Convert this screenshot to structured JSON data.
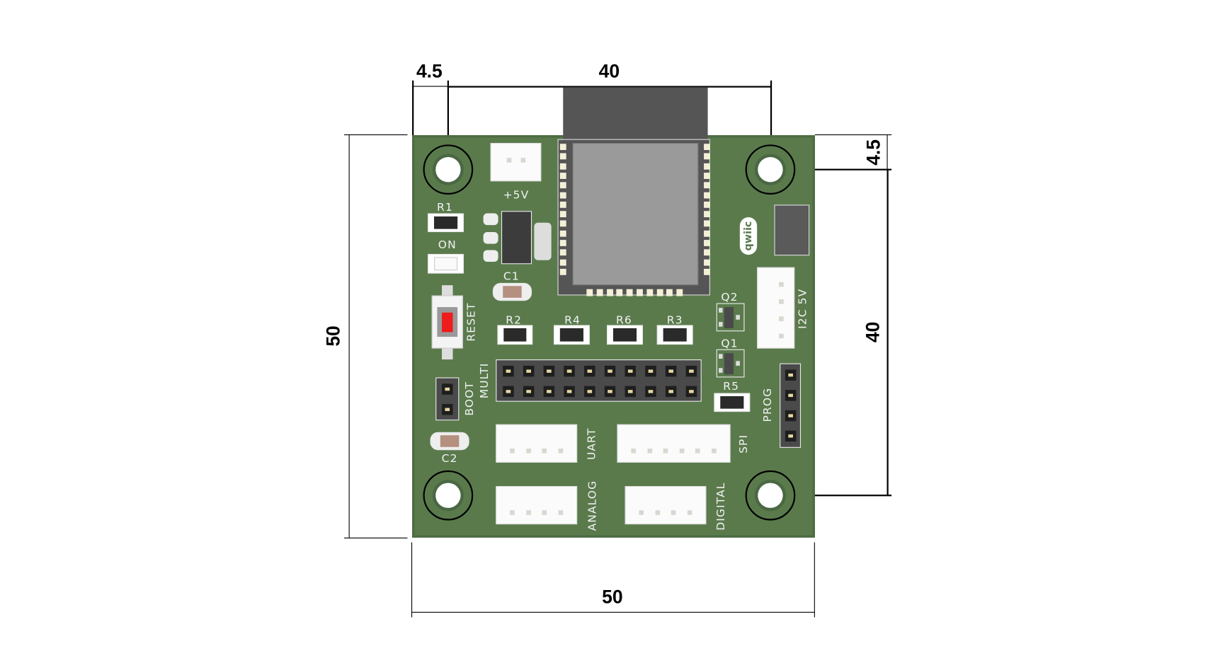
{
  "dimensions": {
    "top_offset": "4.5",
    "top_hole_spacing": "40",
    "right_offset": "4.5",
    "right_hole_spacing": "40",
    "board_height": "50",
    "board_width": "50"
  },
  "components": {
    "r1": "R1",
    "on_led": "ON",
    "c1": "C1",
    "c2": "C2",
    "r2": "R2",
    "r4": "R4",
    "r6": "R6",
    "r3": "R3",
    "r5": "R5",
    "q1": "Q1",
    "q2": "Q2",
    "power_conn": "+5V",
    "reset": "RESET",
    "boot": "BOOT",
    "multi": "MULTI",
    "prog": "PROG",
    "i2c": "I2C 5V",
    "uart": "UART",
    "spi": "SPI",
    "analog": "ANALOG",
    "digital": "DIGITAL",
    "qwiic_logo": "qwiic"
  },
  "colors": {
    "board": "#5a7a4c",
    "module": "#555555",
    "shield": "#9a9a9a",
    "reset_button": "#ee1c1c"
  }
}
